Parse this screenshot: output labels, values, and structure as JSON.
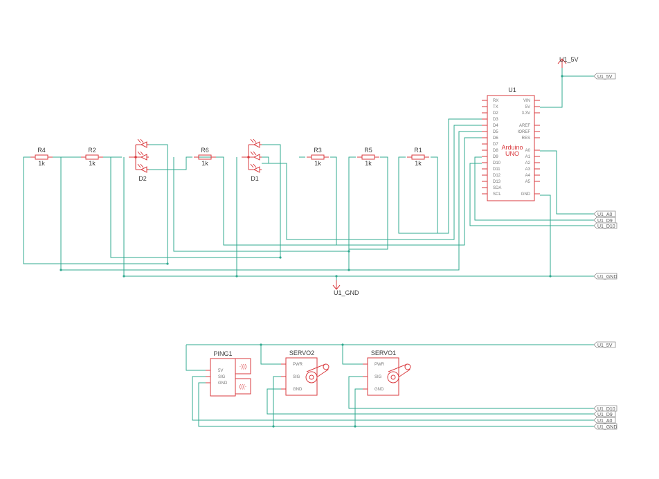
{
  "colors": {
    "wire": "#2fa98f",
    "part": "#d9393d",
    "text": "#3a3a3a",
    "flag": "#8a8a8a"
  },
  "power": {
    "vcc_label": "U1_5V",
    "gnd_label": "U1_GND"
  },
  "arduino": {
    "name": "U1",
    "title_line1": "Arduino",
    "title_line2": "UNO",
    "left_pins": [
      "RX",
      "TX",
      "D2",
      "D3",
      "D4",
      "D5",
      "D6",
      "D7",
      "D8",
      "D9",
      "D10",
      "D11",
      "D12",
      "D13",
      "SDA",
      "SCL"
    ],
    "right_pins": [
      "VIN",
      "5V",
      "3.3V",
      "",
      "AREF",
      "IOREF",
      "RES",
      "",
      "A0",
      "A1",
      "A2",
      "A3",
      "A4",
      "A5",
      "",
      "GND"
    ]
  },
  "resistors": [
    {
      "name": "R4",
      "value": "1k"
    },
    {
      "name": "R2",
      "value": "1k"
    },
    {
      "name": "R6",
      "value": "1k"
    },
    {
      "name": "R3",
      "value": "1k"
    },
    {
      "name": "R5",
      "value": "1k"
    },
    {
      "name": "R1",
      "value": "1k"
    }
  ],
  "leds": [
    {
      "name": "D2"
    },
    {
      "name": "D1"
    }
  ],
  "ping": {
    "name": "PING1",
    "pins": [
      "5V",
      "SIG",
      "GND"
    ]
  },
  "servos": [
    {
      "name": "SERVO2",
      "pins": [
        "PWR",
        "SIG",
        "GND"
      ]
    },
    {
      "name": "SERVO1",
      "pins": [
        "PWR",
        "SIG",
        "GND"
      ]
    }
  ],
  "net_flags": {
    "top": [
      "U1_5V",
      "U1_A0",
      "U1_D9",
      "U1_D10",
      "U1_GND"
    ],
    "bottom": [
      "U1_5V",
      "U1_D10",
      "U1_D9",
      "U1_A0",
      "U1_GND"
    ]
  }
}
